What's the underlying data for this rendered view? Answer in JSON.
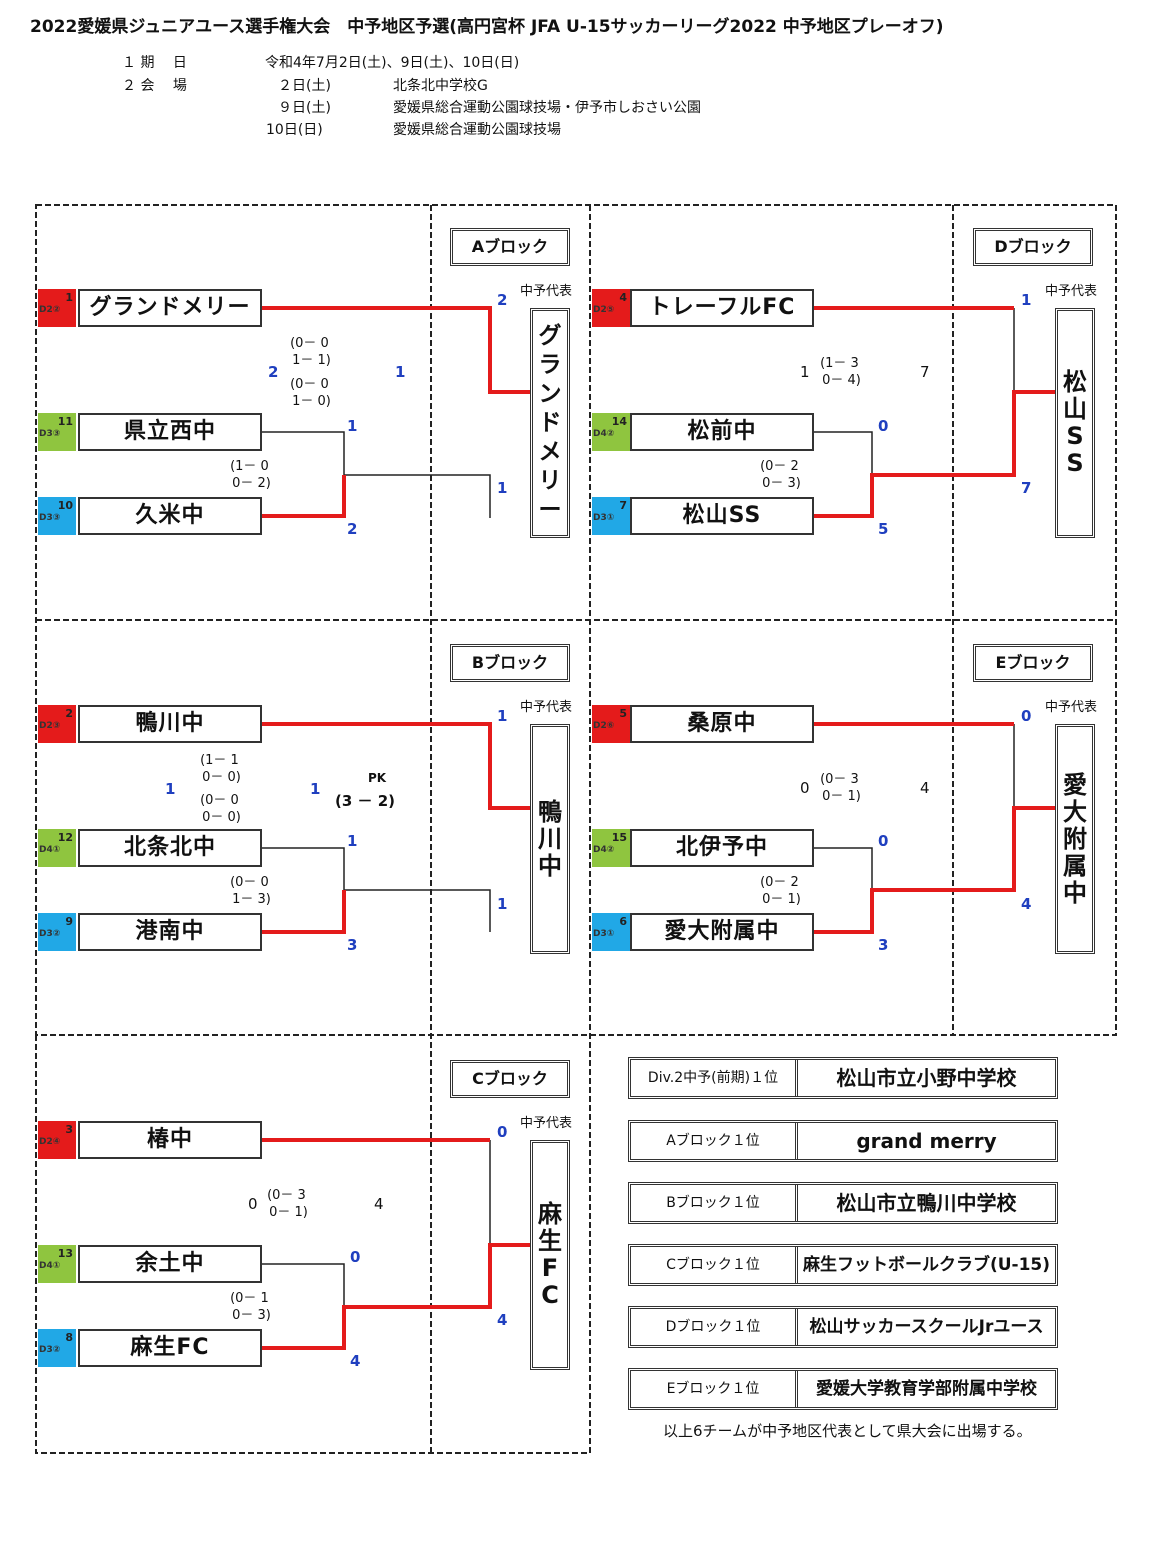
{
  "title": "2022愛媛県ジュニアユース選手権大会　中予地区予選(高円宮杯 JFA U-15サッカーリーグ2022 中予地区プレーオフ)",
  "info": {
    "period_label": "１ 期　 日",
    "period_value": "令和4年7月2日(土)、9日(土)、10日(日)",
    "venue_label": "２ 会　 場",
    "venues": [
      {
        "day": "２日(土)",
        "place": "北条北中学校G"
      },
      {
        "day": "９日(土)",
        "place": "愛媛県総合運動公園球技場・伊予市しおさい公園"
      },
      {
        "day": "10日(日)",
        "place": "愛媛県総合運動公園球技場"
      }
    ]
  },
  "rep_label": "中予代表",
  "blocks": {
    "a": {
      "name": "Aブロック",
      "t1": {
        "seed": "1",
        "div": "D2②",
        "name": "グランドメリー"
      },
      "t2": {
        "seed": "11",
        "div": "D3③",
        "name": "県立西中"
      },
      "t3": {
        "seed": "10",
        "div": "D3③",
        "name": "久米中"
      },
      "semi_detail": "(1－ 0\n 0－ 2)",
      "semi_s2": "1",
      "semi_s3": "2",
      "final_detail_top": "(0－ 0\n 1－ 1)",
      "final_detail_bot": "(0－ 0\n 1－ 0)",
      "final_left": "2",
      "final_right": "1",
      "final_s1": "2",
      "final_sw": "1",
      "winner": [
        "グ",
        "ラ",
        "ン",
        "ド",
        "メ",
        "リ",
        "ー"
      ]
    },
    "b": {
      "name": "Bブロック",
      "t1": {
        "seed": "2",
        "div": "D2③",
        "name": "鴨川中"
      },
      "t2": {
        "seed": "12",
        "div": "D4①",
        "name": "北条北中"
      },
      "t3": {
        "seed": "9",
        "div": "D3②",
        "name": "港南中"
      },
      "semi_detail": "(0－ 0\n 1－ 3)",
      "semi_s2": "1",
      "semi_s3": "3",
      "final_detail_top": "(1－ 1\n 0－ 0)",
      "final_detail_bot": "(0－ 0\n 0－ 0)",
      "final_left": "1",
      "final_right": "1",
      "pk_label": "PK",
      "pk_score": "(3 － 2)",
      "final_s1": "1",
      "final_sw": "1",
      "winner": [
        "鴨",
        "川",
        "中"
      ]
    },
    "c": {
      "name": "Cブロック",
      "t1": {
        "seed": "3",
        "div": "D2④",
        "name": "椿中"
      },
      "t2": {
        "seed": "13",
        "div": "D4①",
        "name": "余土中"
      },
      "t3": {
        "seed": "8",
        "div": "D3②",
        "name": "麻生FC"
      },
      "semi_detail": "(0－ 1\n 0－ 3)",
      "semi_s2": "0",
      "semi_s3": "4",
      "final_left": "0",
      "final_detail": "(0－ 3\n 0－ 1)",
      "final_right": "4",
      "final_s1": "0",
      "final_sw": "4",
      "winner": [
        "麻",
        "生",
        "F",
        "C"
      ]
    },
    "d": {
      "name": "Dブロック",
      "t1": {
        "seed": "4",
        "div": "D2⑤",
        "name": "トレーフルFC"
      },
      "t2": {
        "seed": "14",
        "div": "D4②",
        "name": "松前中"
      },
      "t3": {
        "seed": "7",
        "div": "D3①",
        "name": "松山SS"
      },
      "semi_detail": "(0－ 2\n 0－ 3)",
      "semi_s2": "0",
      "semi_s3": "5",
      "final_left": "1",
      "final_detail": "(1－ 3\n 0－ 4)",
      "final_right": "7",
      "final_s1": "1",
      "final_sw": "7",
      "winner": [
        "松",
        "山",
        "S",
        "S"
      ]
    },
    "e": {
      "name": "Eブロック",
      "t1": {
        "seed": "5",
        "div": "D2⑥",
        "name": "桑原中"
      },
      "t2": {
        "seed": "15",
        "div": "D4②",
        "name": "北伊予中"
      },
      "t3": {
        "seed": "6",
        "div": "D3①",
        "name": "愛大附属中"
      },
      "semi_detail": "(0－ 2\n 0－ 1)",
      "semi_s2": "0",
      "semi_s3": "3",
      "final_left": "0",
      "final_detail": "(0－ 3\n 0－ 1)",
      "final_right": "4",
      "final_s1": "0",
      "final_sw": "4",
      "winner": [
        "愛",
        "大",
        "附",
        "属",
        "中"
      ]
    }
  },
  "results": [
    {
      "label": "Div.2中予(前期)１位",
      "value": "松山市立小野中学校"
    },
    {
      "label": "Aブロック１位",
      "value": "grand merry"
    },
    {
      "label": "Bブロック１位",
      "value": "松山市立鴨川中学校"
    },
    {
      "label": "Cブロック１位",
      "value": "麻生フットボールクラブ(U-15)"
    },
    {
      "label": "Dブロック１位",
      "value": "松山サッカースクールJrユース"
    },
    {
      "label": "Eブロック１位",
      "value": "愛媛大学教育学部附属中学校"
    }
  ],
  "footer": "以上6チームが中予地区代表として県大会に出場する。",
  "colors": {
    "red_line": "#e41b1b",
    "score_blue": "#1f3fbf",
    "seed_red": "#e41b1b",
    "seed_green": "#8fc53f",
    "seed_blue": "#21a8e6"
  }
}
